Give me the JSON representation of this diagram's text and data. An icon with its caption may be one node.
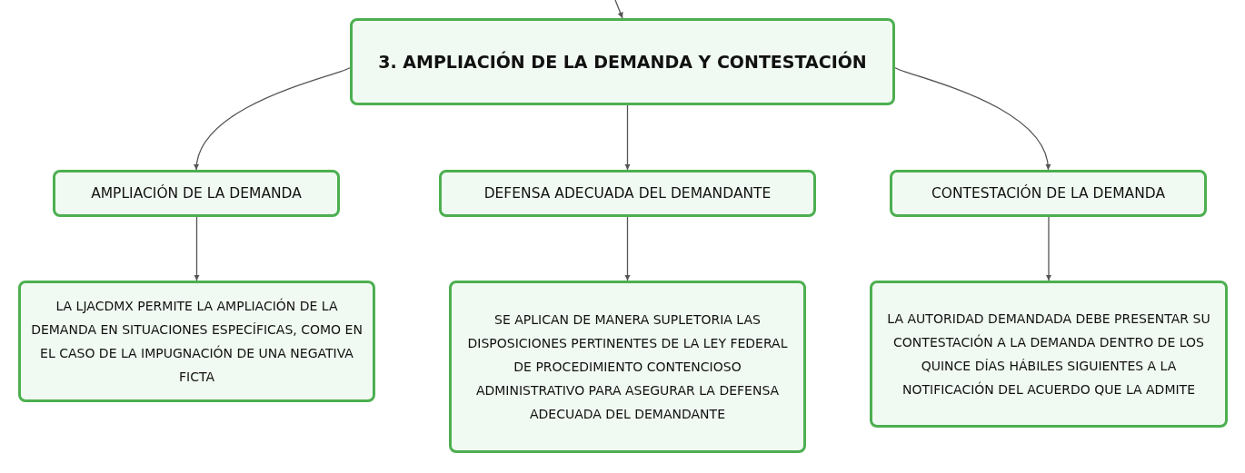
{
  "diagram": {
    "nodes": [
      {
        "text": [
          "3. AMPLIACIÓN DE LA DEMANDA Y CONTESTACIÓN"
        ]
      },
      {
        "text": [
          "AMPLIACIÓN DE LA DEMANDA"
        ]
      },
      {
        "text": [
          "DEFENSA ADECUADA DEL DEMANDANTE"
        ]
      },
      {
        "text": [
          "CONTESTACIÓN DE LA DEMANDA"
        ]
      },
      {
        "text": [
          "LA LJACDMX PERMITE LA AMPLIACIÓN DE LA DEMANDA EN SITUACIONES ESPECÍFICAS, COMO EN EL CASO DE LA IMPUGNACIÓN DE UNA NEGATIVA FICTA"
        ]
      },
      {
        "text": [
          "SE APLICAN DE MANERA SUPLETORIA LAS DISPOSICIONES PERTINENTES DE LA LEY FEDERAL DE PROCEDIMIENTO CONTENCIOSO ADMINISTRATIVO PARA ASEGURAR LA DEFENSA ADECUADA DEL DEMANDANTE"
        ]
      },
      {
        "text": [
          "LA AUTORIDAD DEMANDADA DEBE PRESENTAR SU CONTESTACIÓN A LA DEMANDA DENTRO DE LOS QUINCE DÍAS HÁBILES SIGUIENTES A LA NOTIFICACIÓN DEL ACUERDO QUE LA ADMITE"
        ]
      }
    ],
    "edges": [
      {
        "from": null,
        "to": 0,
        "arrow": "to"
      },
      {
        "from": 0,
        "to": 1,
        "arrow": "to"
      },
      {
        "from": 0,
        "to": 2,
        "arrow": "to"
      },
      {
        "from": 0,
        "to": 3,
        "arrow": "to"
      },
      {
        "from": 1,
        "to": 4,
        "arrow": "to"
      },
      {
        "from": 2,
        "to": 5,
        "arrow": "to"
      },
      {
        "from": 3,
        "to": 6,
        "arrow": "to"
      }
    ]
  }
}
